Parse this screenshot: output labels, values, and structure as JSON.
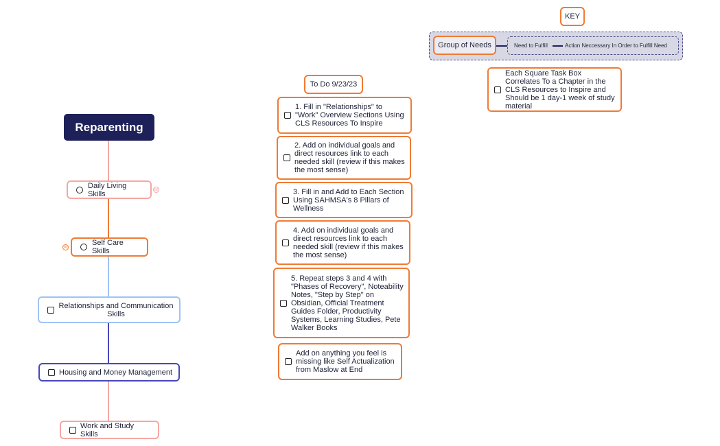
{
  "key": {
    "title": "KEY",
    "group_label": "Group of Needs",
    "need_label": "Need to Fulfill",
    "action_label": "Action Neccessary In Order to Fulfill Need",
    "note": "Each Square Task Box Correlates To a Chapter in the CLS Resources to Inspire and Should be 1 day-1 week of study material"
  },
  "tree": {
    "root": "Reparenting",
    "nodes": [
      {
        "label": "Daily Living Skills",
        "marker": "circle",
        "color": "#f4a7a3"
      },
      {
        "label": "Self Care Skills",
        "marker": "circle",
        "color": "#f07a33"
      },
      {
        "label": "Relationships and Communication Skills",
        "marker": "square",
        "color": "#9fc3f5"
      },
      {
        "label": "Housing and Money Management",
        "marker": "square",
        "color": "#4747b8"
      },
      {
        "label": "Work and Study Skills",
        "marker": "square",
        "color": "#f4a7a3"
      }
    ],
    "colors": {
      "root_bg": "#1e2159",
      "line_pink": "#f4a7a3",
      "line_orange": "#f07a33",
      "line_blue": "#9fc3f5",
      "line_navy": "#4747b8"
    }
  },
  "todo": {
    "title": "To Do 9/23/23",
    "items": [
      "1. Fill in \"Relationships\" to \"Work\" Overview Sections Using CLS Resources To Inspire",
      "2. Add on individual goals and direct resources link to each needed skill (review if this makes the most sense)",
      "3. Fill in and Add to Each Section Using SAHMSA's 8 Pillars of Wellness",
      "4. Add on individual goals and direct resources link to each needed skill (review if this makes the most sense)",
      "5. Repeat steps 3 and 4 with \"Phases of Recovery\", Noteability Notes, \"Step by Step\" on Obsidian, Official Treatment Guides Folder, Productivity Systems, Learning Studies, Pete Walker Books",
      "Add on anything you feel is missing like Self Actualization from Maslow at End"
    ]
  }
}
